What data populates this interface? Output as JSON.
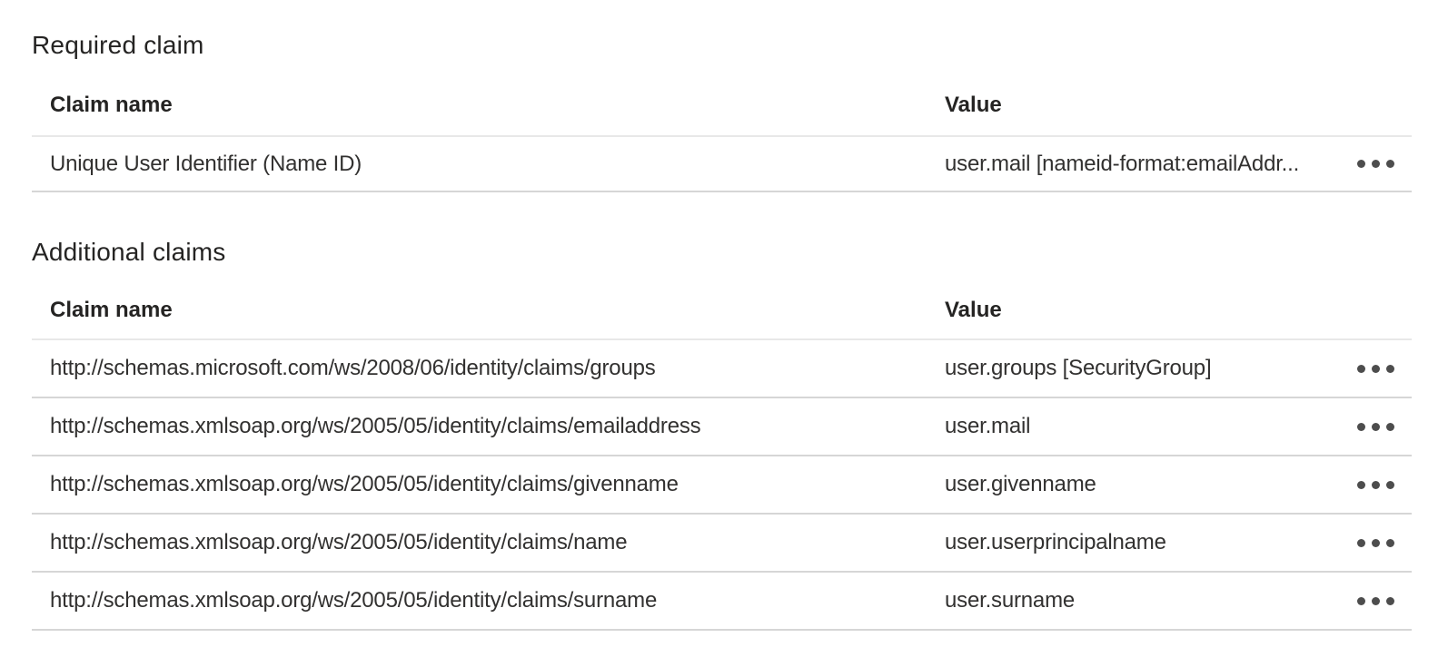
{
  "colors": {
    "heading_text": "#252423",
    "body_text": "#323130",
    "header_divider": "#e8e8e8",
    "row_divider": "#d6d6d6",
    "ellipsis_dot": "#4d4d4d",
    "background": "#ffffff"
  },
  "required_claim": {
    "title": "Required claim",
    "columns": {
      "name": "Claim name",
      "value": "Value"
    },
    "rows": [
      {
        "name": "Unique User Identifier (Name ID)",
        "value": "user.mail [nameid-format:emailAddr...",
        "menu_icon": "ellipsis-icon"
      }
    ]
  },
  "additional_claims": {
    "title": "Additional claims",
    "columns": {
      "name": "Claim name",
      "value": "Value"
    },
    "rows": [
      {
        "name": "http://schemas.microsoft.com/ws/2008/06/identity/claims/groups",
        "value": "user.groups [SecurityGroup]",
        "menu_icon": "ellipsis-icon"
      },
      {
        "name": "http://schemas.xmlsoap.org/ws/2005/05/identity/claims/emailaddress",
        "value": "user.mail",
        "menu_icon": "ellipsis-icon"
      },
      {
        "name": "http://schemas.xmlsoap.org/ws/2005/05/identity/claims/givenname",
        "value": "user.givenname",
        "menu_icon": "ellipsis-icon"
      },
      {
        "name": "http://schemas.xmlsoap.org/ws/2005/05/identity/claims/name",
        "value": "user.userprincipalname",
        "menu_icon": "ellipsis-icon"
      },
      {
        "name": "http://schemas.xmlsoap.org/ws/2005/05/identity/claims/surname",
        "value": "user.surname",
        "menu_icon": "ellipsis-icon"
      }
    ]
  }
}
